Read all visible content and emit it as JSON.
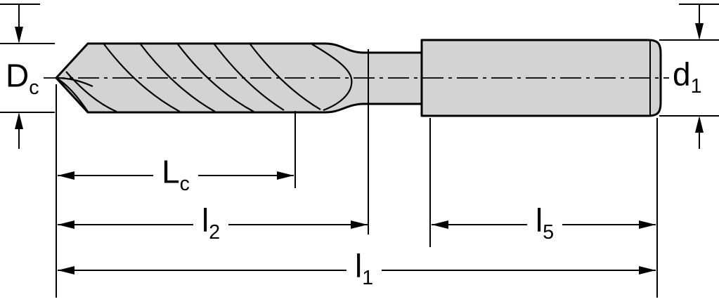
{
  "figure": {
    "type": "technical-dimension-drawing",
    "subject": "twist-drill-with-shank",
    "background": "#ffffff",
    "line_color": "#000000",
    "fill_color": "#d3d3d3"
  },
  "labels": {
    "cutting_diameter": {
      "main": "D",
      "sub": "c"
    },
    "shank_diameter": {
      "main": "d",
      "sub": "1"
    },
    "flute_length": {
      "main": "L",
      "sub": "c"
    },
    "length_l2": {
      "main": "l",
      "sub": "2"
    },
    "shank_length": {
      "main": "l",
      "sub": "5"
    },
    "overall_length": {
      "main": "l",
      "sub": "1"
    }
  }
}
